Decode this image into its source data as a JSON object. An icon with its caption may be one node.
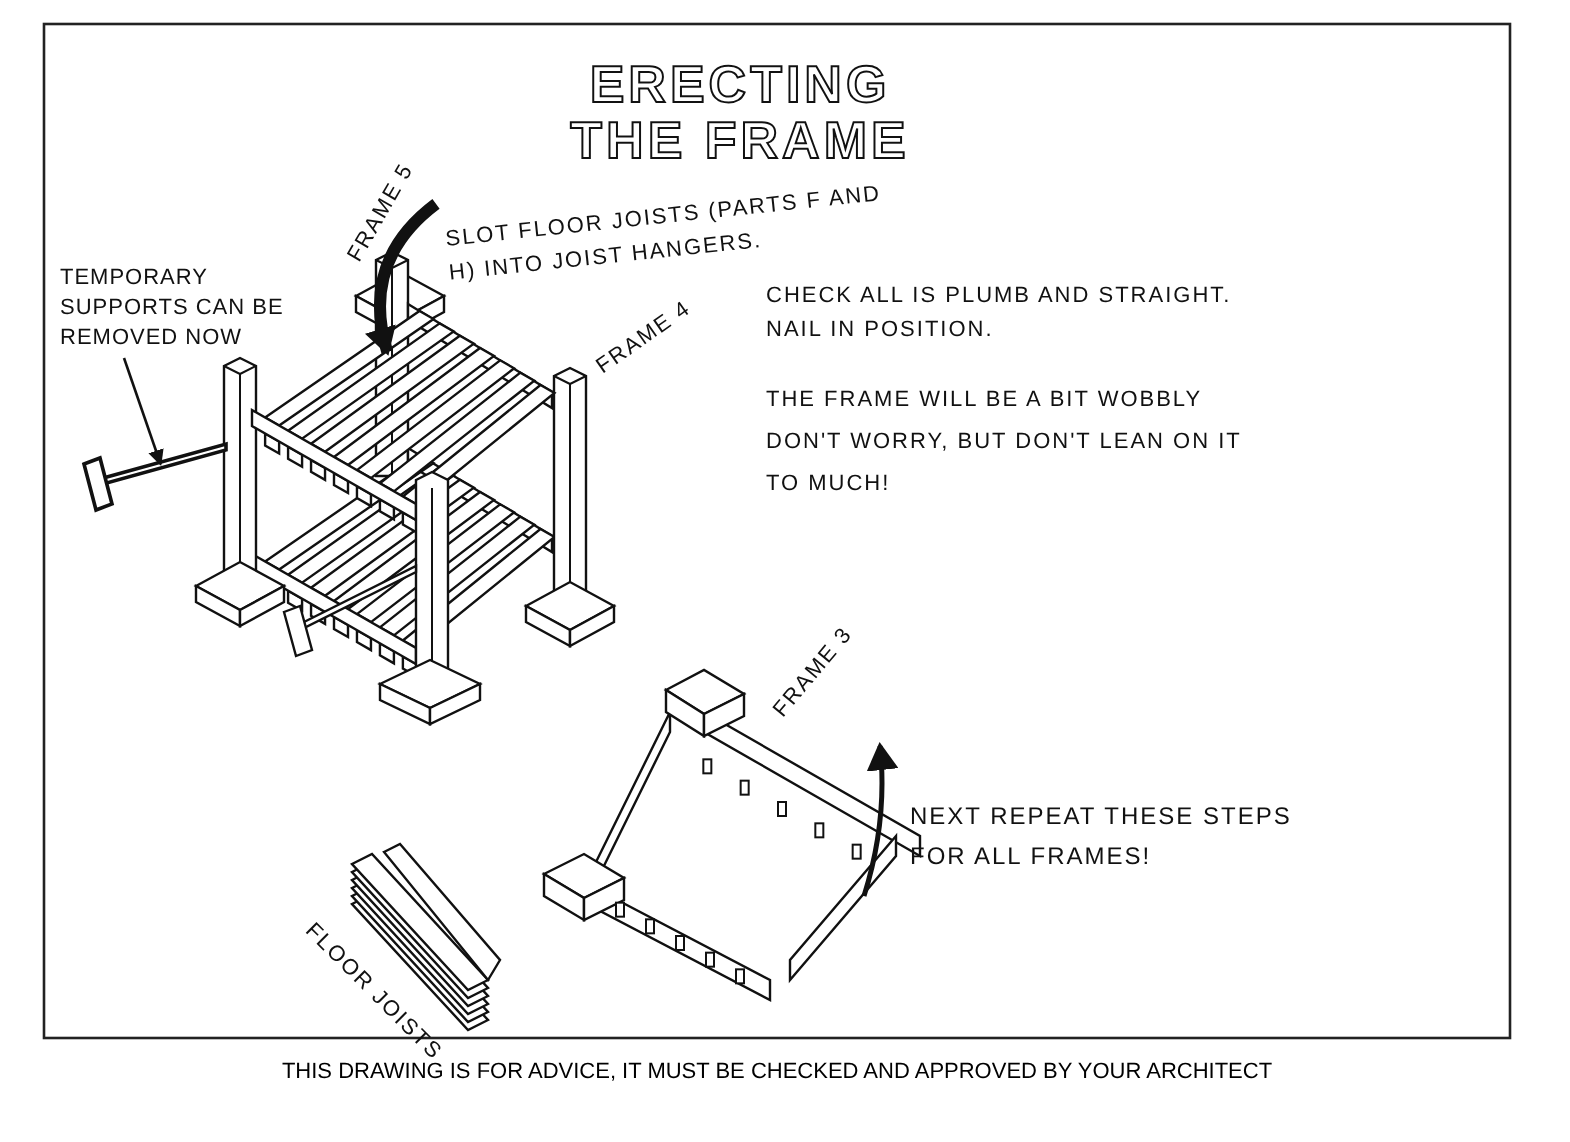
{
  "diagram": {
    "title": "ERECTING THE FRAME",
    "caption": "THIS DRAWING IS FOR ADVICE, IT MUST BE CHECKED AND APPROVED BY YOUR ARCHITECT",
    "nodes": [
      {
        "text": [
          "TEMPORARY SUPPORTS CAN BE REMOVED NOW"
        ]
      },
      {
        "text": [],
        "shape": "bar"
      },
      {
        "text": [
          "SLOT FLOOR JOISTS (PARTS F AND H) INTO JOIST HANGERS."
        ]
      },
      {
        "text": [],
        "shape": "picture"
      }
    ],
    "edges": [
      {
        "from": 0,
        "to": 1,
        "arrow": "to"
      },
      {
        "from": 2,
        "to": 3,
        "arrow": "to",
        "style": "thick"
      }
    ],
    "labels": [
      "FRAME 5",
      "FRAME 4",
      "CHECK ALL IS PLUMB AND STRAIGHT. NAIL IN POSITION.",
      "THE FRAME WILL BE A BIT WOBBLY DON'T WORRY, BUT DON'T LEAN ON IT TO MUCH!",
      "FRAME 3",
      "NEXT REPEAT THESE STEPS FOR ALL FRAMES!",
      "FLOOR JOISTS"
    ]
  }
}
